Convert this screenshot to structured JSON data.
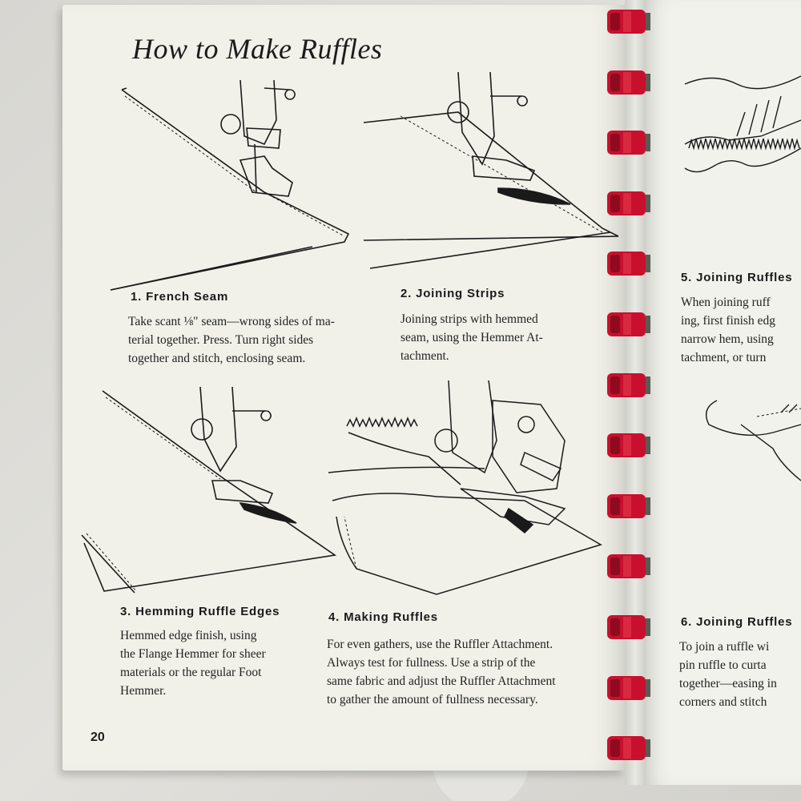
{
  "page": {
    "title": "How to Make Ruffles",
    "page_number": "20"
  },
  "sections": [
    {
      "heading": "1. French Seam",
      "lines": [
        "Take scant ⅛\" seam—wrong sides of ma-",
        "terial together. Press. Turn right sides",
        "together and stitch, enclosing seam."
      ]
    },
    {
      "heading": "2. Joining Strips",
      "lines": [
        "Joining strips with hemmed",
        "seam, using the Hemmer At-",
        "tachment."
      ]
    },
    {
      "heading": "3. Hemming Ruffle Edges",
      "lines": [
        "Hemmed edge finish, using",
        "the Flange Hemmer for sheer",
        "materials or the regular Foot",
        "Hemmer."
      ]
    },
    {
      "heading": "4. Making Ruffles",
      "lines": [
        "For even gathers, use the Ruffler Attachment.",
        "Always test for fullness. Use a strip of the",
        "same fabric and adjust the Ruffler Attachment",
        "to gather the amount of fullness necessary."
      ]
    }
  ],
  "right_page": {
    "sections": [
      {
        "heading": "5. Joining Ruffles",
        "lines": [
          "When joining ruff",
          "ing, first finish edg",
          "narrow hem, using",
          "tachment, or turn"
        ]
      },
      {
        "heading": "6. Joining Ruffles",
        "lines": [
          "To join a ruffle wi",
          "pin ruffle to curta",
          "together—easing in",
          "corners and stitch"
        ]
      }
    ]
  },
  "colors": {
    "paper": "#f1f1ea",
    "ink": "#1a1a1a",
    "binding": "#c8102e"
  },
  "icons": [
    "sewing-machine-foot-icon",
    "hemmer-attachment-icon",
    "ruffler-attachment-icon",
    "spiral-binding-icon"
  ]
}
